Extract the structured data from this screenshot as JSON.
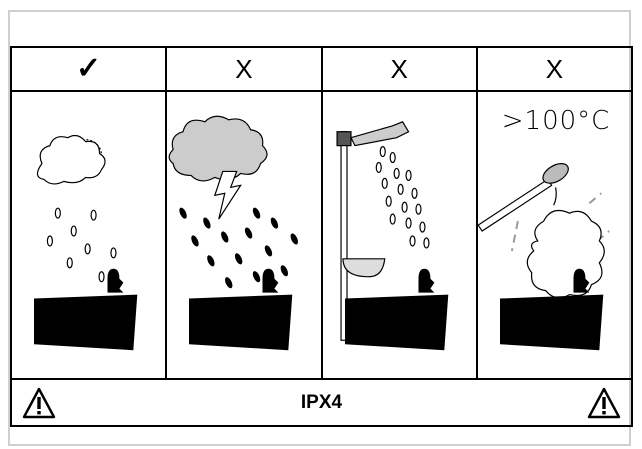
{
  "header": {
    "cells": [
      {
        "mark": "✓",
        "icon": "check-icon"
      },
      {
        "mark": "X",
        "icon": "cross-icon"
      },
      {
        "mark": "X",
        "icon": "cross-icon"
      },
      {
        "mark": "X",
        "icon": "cross-icon"
      }
    ]
  },
  "panels": [
    {
      "icon": "rain-cloud-sun-icon"
    },
    {
      "icon": "thunderstorm-heavy-rain-icon"
    },
    {
      "icon": "shower-spray-icon"
    },
    {
      "icon": "steam-cleaner-icon",
      "temperature_label": ">100°C"
    }
  ],
  "footer": {
    "label": "IPX4",
    "left_icon": "warning-icon",
    "right_icon": "warning-icon"
  },
  "colors": {
    "line": "#000000",
    "background": "#ffffff",
    "frame": "#cfcfcf",
    "pipe": "#888888"
  }
}
